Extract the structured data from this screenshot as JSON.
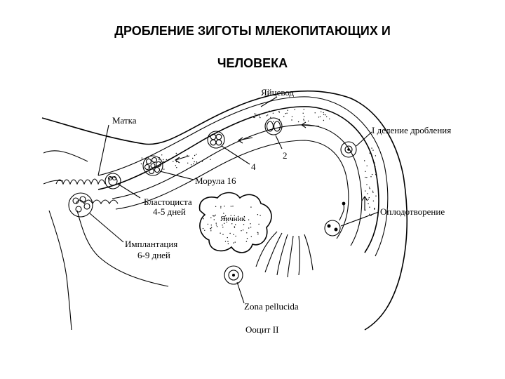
{
  "title_line1": "ДРОБЛЕНИЕ ЗИГОТЫ МЛЕКОПИТАЮЩИХ И",
  "title_line2": "ЧЕЛОВЕКА",
  "labels": {
    "oviduct": "Яйцевод",
    "uterus": "Матка",
    "first_cleavage": "I деление дробления",
    "two": "2",
    "four": "4",
    "morula": "Морула 16",
    "blastocyst_line1": "Бластоциста",
    "blastocyst_line2": "4-5 дней",
    "ovary": "Яичник",
    "fertilization": "Оплодотворение",
    "implantation_line1": "Имплантация",
    "implantation_line2": "6-9 дней",
    "zona_pellucida": "Zona pellucida",
    "oocyte": "Ооцит II"
  }
}
